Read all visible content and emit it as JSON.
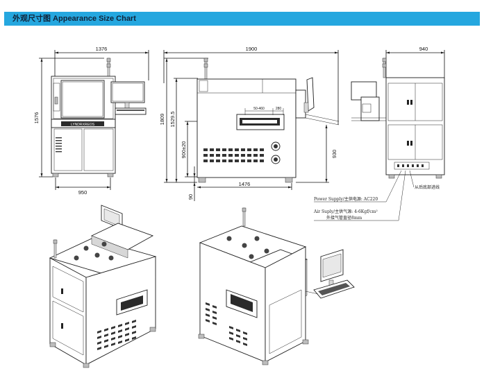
{
  "header": {
    "title": "外观尺寸图 Appearance Size Chart",
    "accent_color": "#25a7df"
  },
  "front_view": {
    "width_dim": "1376",
    "height_dim": "1576",
    "base_dim": "950",
    "brand_label": "LYNDRXREOS"
  },
  "side_view": {
    "width_dim": "1900",
    "total_height_dim": "1809",
    "mid_height_dim": "1529.5",
    "conveyor_height_dim": "900±20",
    "foot_dim": "90",
    "base_dim": "1476",
    "pcb_range_dim": "50-460",
    "pcb_offset_dim": "280",
    "right_height_dim": "930"
  },
  "back_view": {
    "width_dim": "940",
    "bottom_wiring_note": "从后底部进线"
  },
  "notes": {
    "power_supply": "Power Supply/主供电源: AC220",
    "air_supply": "Air Suply/主供气源: 4-6Kgf/cm²",
    "air_pipe": "外接气管直径8mm"
  }
}
